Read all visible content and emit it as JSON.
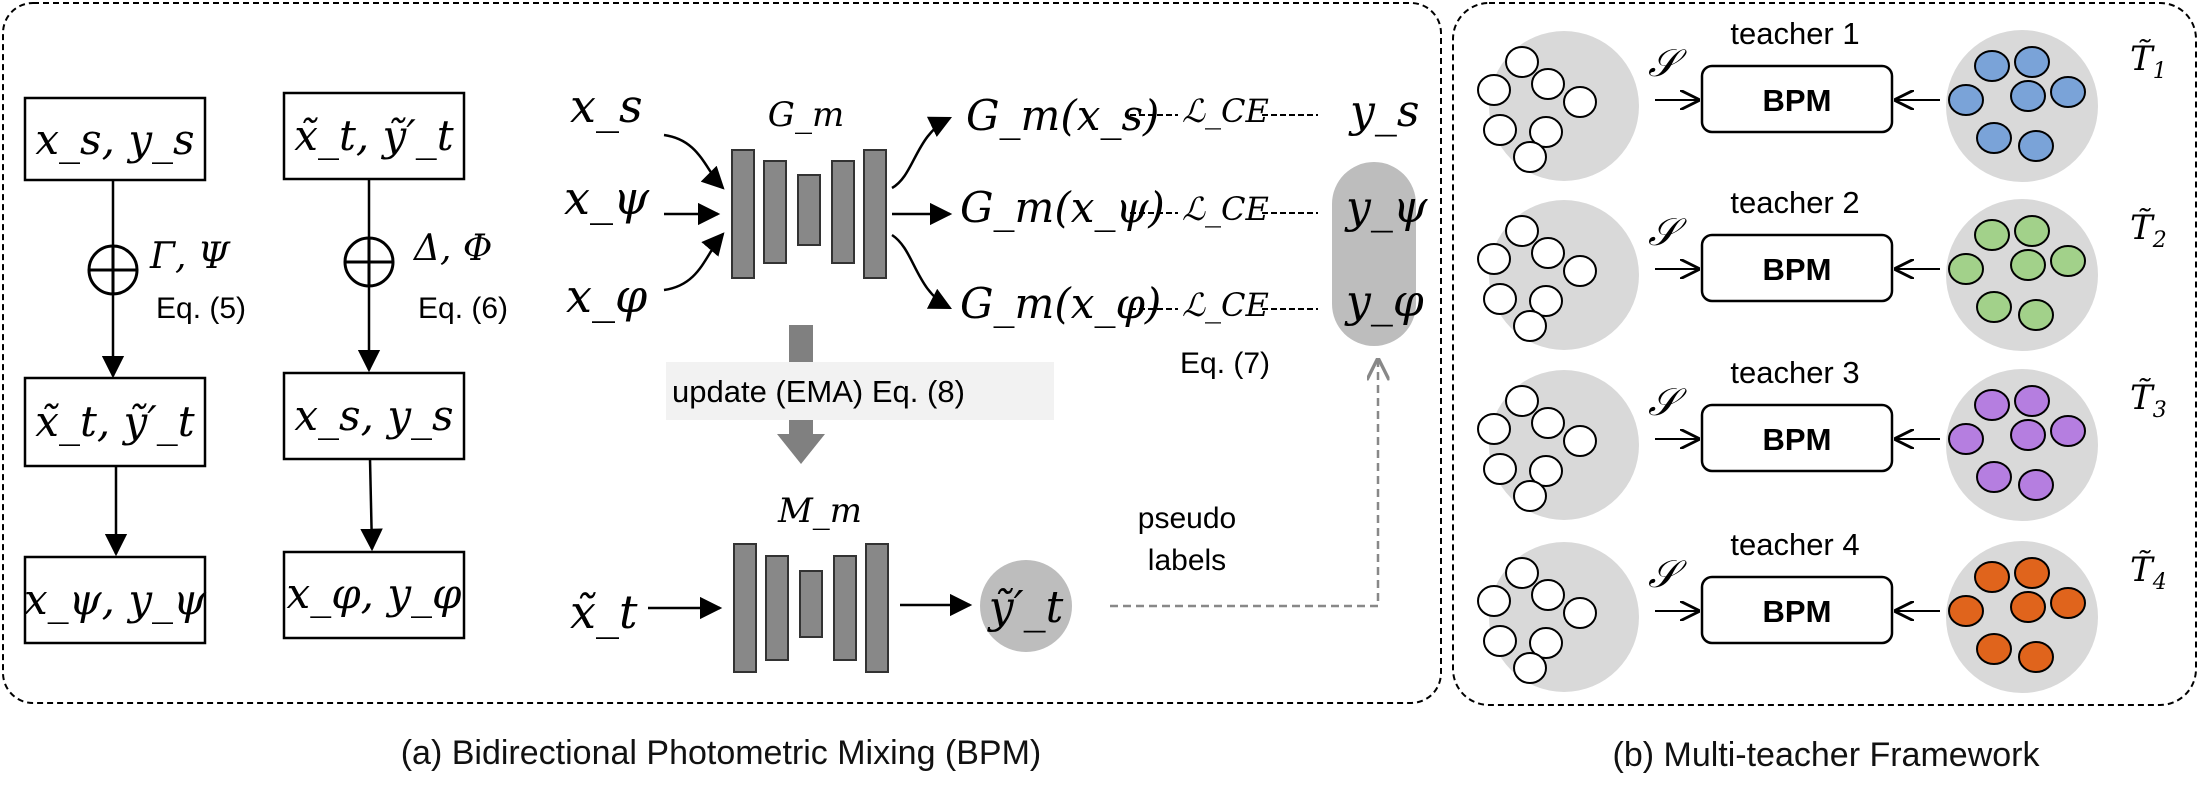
{
  "panel_a": {
    "caption": "(a) Bidirectional Photometric Mixing (BPM)",
    "left_col": {
      "top": "x_s, y_s",
      "ops": "Γ, Ψ",
      "eq": "Eq. (5)",
      "mid": "x̃_t, ỹ′_t",
      "bottom": "x_ψ, y_ψ"
    },
    "right_col": {
      "top": "x̃_t, ỹ′_t",
      "ops": "Δ, Φ",
      "eq": "Eq. (6)",
      "mid": "x_s, y_s",
      "bottom": "x_φ, y_φ"
    },
    "inputs": [
      "x_s",
      "x_ψ",
      "x_φ"
    ],
    "student_net": "G_m",
    "outputs": [
      "G_m(x_s)",
      "G_m(x_ψ)",
      "G_m(x_φ)"
    ],
    "loss": "ℒ_CE",
    "targets": [
      "y_s",
      "y_ψ",
      "y_φ"
    ],
    "loss_eq": "Eq. (7)",
    "update_label": "update (EMA) Eq. (8)",
    "teacher_net": "M_m",
    "teacher_input": "x̃_t",
    "teacher_output": "ỹ′_t",
    "pseudo_labels": [
      "pseudo",
      "labels"
    ]
  },
  "panel_b": {
    "caption": "(b) Multi-teacher Framework",
    "source_symbol": "𝒮",
    "rows": [
      {
        "teacher": "teacher 1",
        "block": "BPM",
        "target": "T̃",
        "index": "1",
        "color": "#7aa3d8"
      },
      {
        "teacher": "teacher 2",
        "block": "BPM",
        "target": "T̃",
        "index": "2",
        "color": "#a2d18a"
      },
      {
        "teacher": "teacher 3",
        "block": "BPM",
        "target": "T̃",
        "index": "3",
        "color": "#b57ee0"
      },
      {
        "teacher": "teacher 4",
        "block": "BPM",
        "target": "T̃",
        "index": "4",
        "color": "#e0641c"
      }
    ]
  }
}
